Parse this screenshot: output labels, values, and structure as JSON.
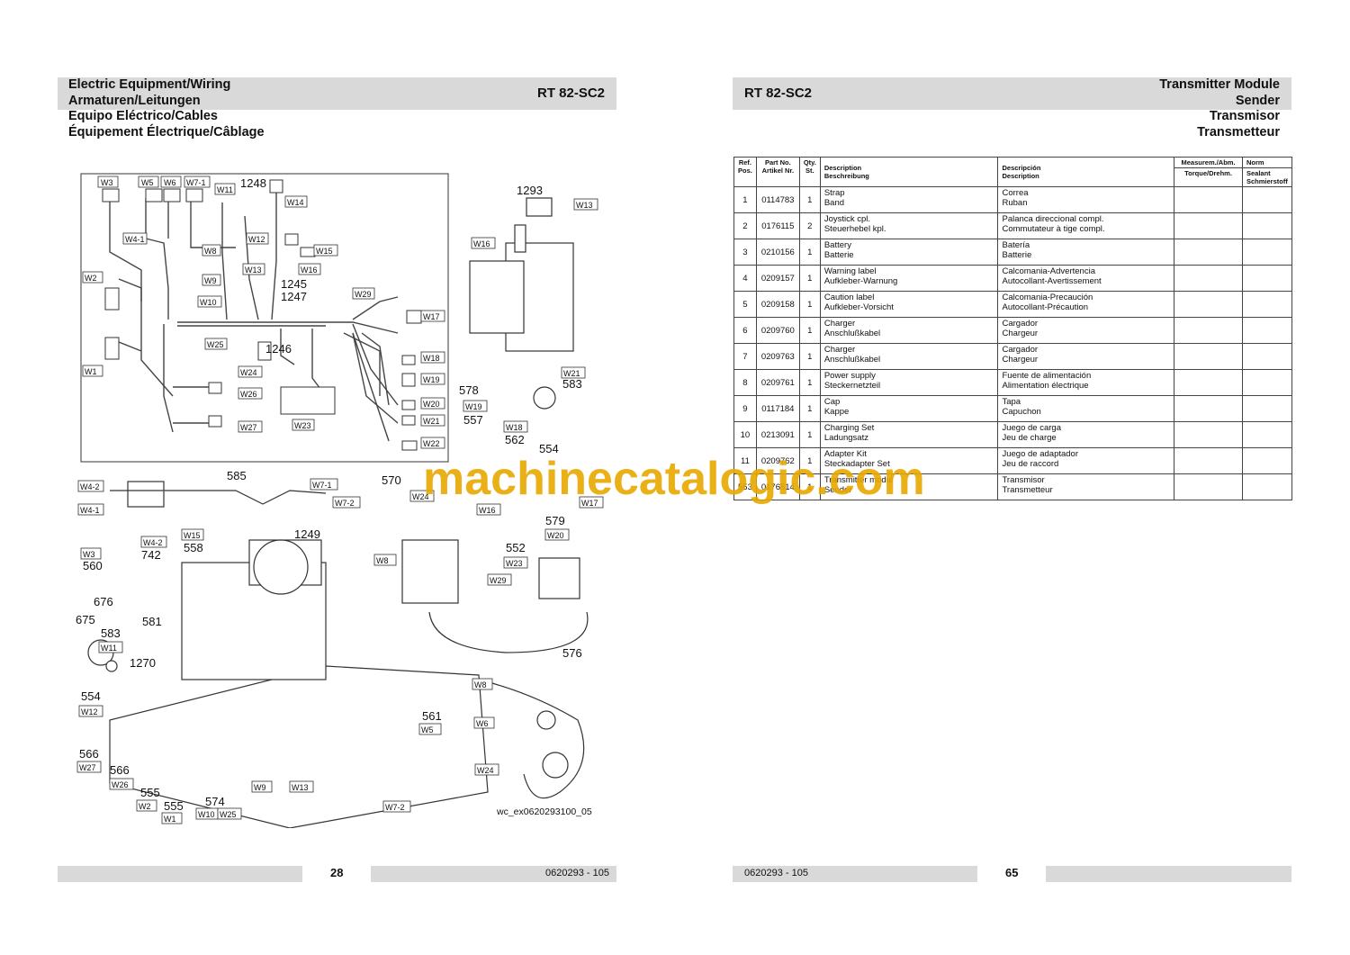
{
  "left_page": {
    "titles": [
      "Electric Equipment/Wiring",
      "Armaturen/Leitungen",
      "Equipo Eléctrico/Cables",
      "Équipement Électrique/Câblage"
    ],
    "model": "RT 82-SC2",
    "page_number": "28",
    "doc_number": "0620293 - 105",
    "diagram_ref": "wc_ex0620293100_05",
    "callouts": [
      "1248",
      "1293",
      "1245",
      "1247",
      "1246",
      "585",
      "578",
      "583",
      "557",
      "562",
      "554",
      "570",
      "579",
      "552",
      "558",
      "742",
      "1249",
      "560",
      "676",
      "675",
      "581",
      "583",
      "1270",
      "554",
      "576",
      "561",
      "566",
      "566",
      "555",
      "555",
      "574"
    ],
    "wire_tags": [
      "W3",
      "W5",
      "W6",
      "W7-1",
      "W11",
      "W14",
      "W4-1",
      "W8",
      "W12",
      "W15",
      "W2",
      "W9",
      "W13",
      "W16",
      "W10",
      "W29",
      "W17",
      "W25",
      "W1",
      "W24",
      "W18",
      "W19",
      "W26",
      "W20",
      "W21",
      "W27",
      "W23",
      "W22",
      "W16",
      "W13",
      "W21",
      "W19",
      "W18",
      "W4-2",
      "W7-1",
      "W4-1",
      "W7-2",
      "W24",
      "W16",
      "W17",
      "W20",
      "W3",
      "W4-2",
      "W15",
      "W8",
      "W23",
      "W29",
      "W11",
      "W12",
      "W8",
      "W5",
      "W6",
      "W27",
      "W26",
      "W24",
      "W9",
      "W13",
      "W2",
      "W1",
      "W10",
      "W25",
      "W7-2"
    ]
  },
  "right_page": {
    "model": "RT 82-SC2",
    "titles": [
      "Transmitter Module",
      "Sender",
      "Transmisor",
      "Transmetteur"
    ],
    "page_number": "65",
    "doc_number": "0620293 - 105",
    "table_headers": {
      "ref": "Ref.\nPos.",
      "part": "Part No.\nArtikel Nr.",
      "qty": "Qty.\nSt.",
      "desc_en_de": "Description\nBeschreibung",
      "desc_es_fr": "Descripción\nDescription",
      "measure": "Measurem./Abm.",
      "norm": "Norm",
      "torque": "Torque/Drehm.",
      "sealant": "Sealant\nSchmierstoff"
    },
    "rows": [
      {
        "ref": "1",
        "part": "0114783",
        "qty": "1",
        "desc1": "Strap\nBand",
        "desc2": "Correa\nRuban"
      },
      {
        "ref": "2",
        "part": "0176115",
        "qty": "2",
        "desc1": "Joystick cpl.\nSteuerhebel kpl.",
        "desc2": "Palanca direccional compl.\nCommutateur à tige compl."
      },
      {
        "ref": "3",
        "part": "0210156",
        "qty": "1",
        "desc1": "Battery\nBatterie",
        "desc2": "Batería\nBatterie"
      },
      {
        "ref": "4",
        "part": "0209157",
        "qty": "1",
        "desc1": "Warning label\nAufkleber-Warnung",
        "desc2": "Calcomania-Advertencia\nAutocollant-Avertissement"
      },
      {
        "ref": "5",
        "part": "0209158",
        "qty": "1",
        "desc1": "Caution label\nAufkleber-Vorsicht",
        "desc2": "Calcomania-Precaución\nAutocollant-Précaution"
      },
      {
        "ref": "6",
        "part": "0209760",
        "qty": "1",
        "desc1": "Charger\nAnschlußkabel",
        "desc2": "Cargador\nChargeur"
      },
      {
        "ref": "7",
        "part": "0209763",
        "qty": "1",
        "desc1": "Charger\nAnschlußkabel",
        "desc2": "Cargador\nChargeur"
      },
      {
        "ref": "8",
        "part": "0209761",
        "qty": "1",
        "desc1": "Power supply\nSteckernetzteil",
        "desc2": "Fuente de alimentación\nAlimentation électrique"
      },
      {
        "ref": "9",
        "part": "0117184",
        "qty": "1",
        "desc1": "Cap\nKappe",
        "desc2": "Tapa\nCapuchon"
      },
      {
        "ref": "10",
        "part": "0213091",
        "qty": "1",
        "desc1": "Charging Set\nLadungsatz",
        "desc2": "Juego de carga\nJeu de charge"
      },
      {
        "ref": "11",
        "part": "0209762",
        "qty": "1",
        "desc1": "Adapter Kit\nSteckadapter Set",
        "desc2": "Juego de adaptador\nJeu de raccord"
      },
      {
        "ref": "553",
        "part": "0176514",
        "qty": "1",
        "desc1": "Transmitter modul\nSender",
        "desc2": "Transmisor\nTransmetteur"
      }
    ]
  },
  "watermark": "machinecatalogic.com"
}
